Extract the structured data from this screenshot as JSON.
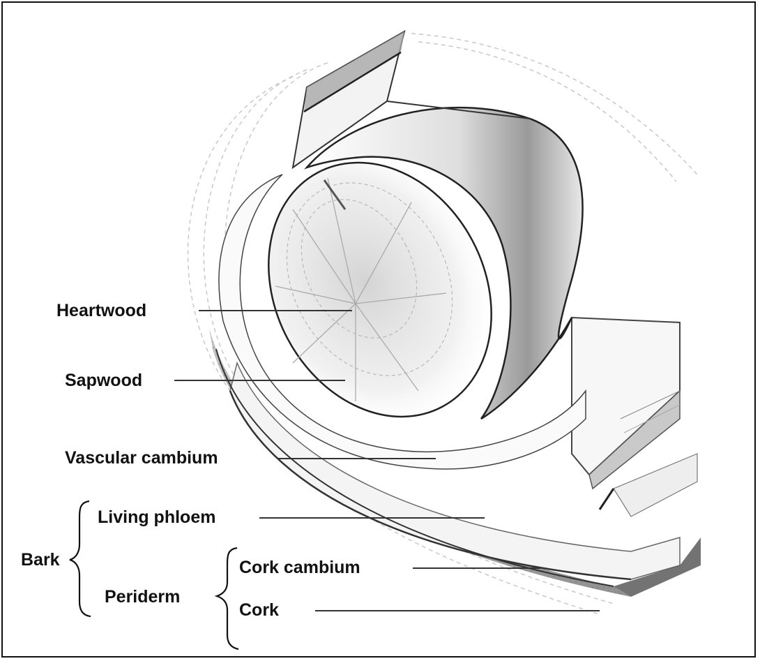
{
  "diagram": {
    "labels": {
      "heartwood": "Heartwood",
      "sapwood": "Sapwood",
      "vascular_cambium": "Vascular cambium",
      "living_phloem": "Living phloem",
      "bark": "Bark",
      "periderm": "Periderm",
      "cork_cambium": "Cork cambium",
      "cork": "Cork"
    },
    "colors": {
      "ink": "#111111",
      "heartwood_shade": "#9a9a9a",
      "cork_shade": "#8a8a8a",
      "sketch_lines": "#c8c8c8"
    }
  }
}
